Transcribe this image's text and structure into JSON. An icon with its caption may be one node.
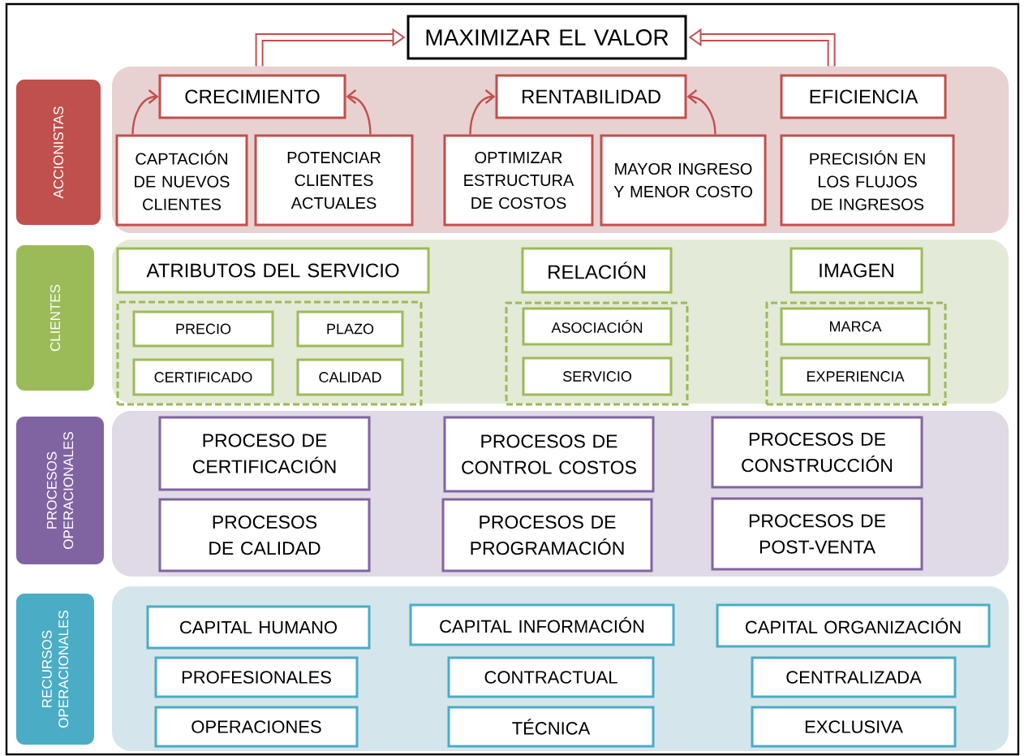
{
  "diagram": {
    "nodes": [
      {
        "text": [
          "MAXIMIZAR EL VALOR"
        ]
      },
      {
        "text": [
          "ACCIONISTAS"
        ]
      },
      {
        "text": [
          "CRECIMIENTO"
        ],
        "in": 1
      },
      {
        "text": [
          "RENTABILIDAD"
        ],
        "in": 1
      },
      {
        "text": [
          "EFICIENCIA"
        ],
        "in": 1
      },
      {
        "text": [
          "CAPTACIÓN DE NUEVOS CLIENTES"
        ],
        "in": 1
      },
      {
        "text": [
          "POTENCIAR CLIENTES ACTUALES"
        ],
        "in": 1
      },
      {
        "text": [
          "OPTIMIZAR ESTRUCTURA DE COSTOS"
        ],
        "in": 1
      },
      {
        "text": [
          "MAYOR INGRESO Y MENOR COSTO"
        ],
        "in": 1
      },
      {
        "text": [
          "PRECISIÓN EN LOS FLUJOS DE INGRESOS"
        ],
        "in": 1
      },
      {
        "text": [
          "CLIENTES"
        ]
      },
      {
        "text": [
          "ATRIBUTOS DEL SERVICIO"
        ],
        "in": 10
      },
      {
        "text": [],
        "shape": "box",
        "in": 10
      },
      {
        "text": [
          "PRECIO"
        ],
        "in": 12
      },
      {
        "text": [
          "PLAZO"
        ],
        "in": 12
      },
      {
        "text": [
          "CERTIFICADO"
        ],
        "in": 12
      },
      {
        "text": [
          "CALIDAD"
        ],
        "in": 12
      },
      {
        "text": [
          "RELACIÓN"
        ],
        "in": 10
      },
      {
        "text": [],
        "shape": "box",
        "in": 10
      },
      {
        "text": [
          "ASOCIACIÓN"
        ],
        "in": 18
      },
      {
        "text": [
          "SERVICIO"
        ],
        "in": 18
      },
      {
        "text": [
          "IMAGEN"
        ],
        "in": 10
      },
      {
        "text": [],
        "shape": "box",
        "in": 10
      },
      {
        "text": [
          "MARCA"
        ],
        "in": 22
      },
      {
        "text": [
          "EXPERIENCIA"
        ],
        "in": 22
      },
      {
        "text": [
          "PROCESOS OPERACIONALES"
        ]
      },
      {
        "text": [
          "PROCESO DE CERTIFICACIÓN"
        ],
        "in": 25
      },
      {
        "text": [
          "PROCESOS DE CONTROL COSTOS"
        ],
        "in": 25
      },
      {
        "text": [
          "PROCESOS DE CONSTRUCCIÓN"
        ],
        "in": 25
      },
      {
        "text": [
          "PROCESOS DE CALIDAD"
        ],
        "in": 25
      },
      {
        "text": [
          "PROCESOS DE PROGRAMACIÓN"
        ],
        "in": 25
      },
      {
        "text": [
          "PROCESOS DE POST-VENTA"
        ],
        "in": 25
      },
      {
        "text": [
          "RECURSOS OPERACIONALES"
        ]
      },
      {
        "text": [
          "CAPITAL HUMANO"
        ],
        "in": 32
      },
      {
        "text": [
          "CAPITAL INFORMACIÓN"
        ],
        "in": 32
      },
      {
        "text": [
          "CAPITAL ORGANIZACIÓN"
        ],
        "in": 32
      },
      {
        "text": [
          "PROFESIONALES"
        ],
        "in": 32
      },
      {
        "text": [
          "CONTRACTUAL"
        ],
        "in": 32
      },
      {
        "text": [
          "CENTRALIZADA"
        ],
        "in": 32
      },
      {
        "text": [
          "OPERACIONES"
        ],
        "in": 32
      },
      {
        "text": [
          "TÉCNICA"
        ],
        "in": 32
      },
      {
        "text": [
          "EXCLUSIVA"
        ],
        "in": 32
      }
    ],
    "edges": [
      {
        "from": 1,
        "to": 0,
        "arrow": "to",
        "style": "thick"
      },
      {
        "from": 1,
        "to": 0,
        "arrow": "to",
        "style": "thick"
      },
      {
        "from": 5,
        "to": 2,
        "arrow": "to"
      },
      {
        "from": 6,
        "to": 2,
        "arrow": "to"
      },
      {
        "from": 7,
        "to": 3,
        "arrow": "to"
      },
      {
        "from": 8,
        "to": 3,
        "arrow": "to"
      }
    ]
  }
}
